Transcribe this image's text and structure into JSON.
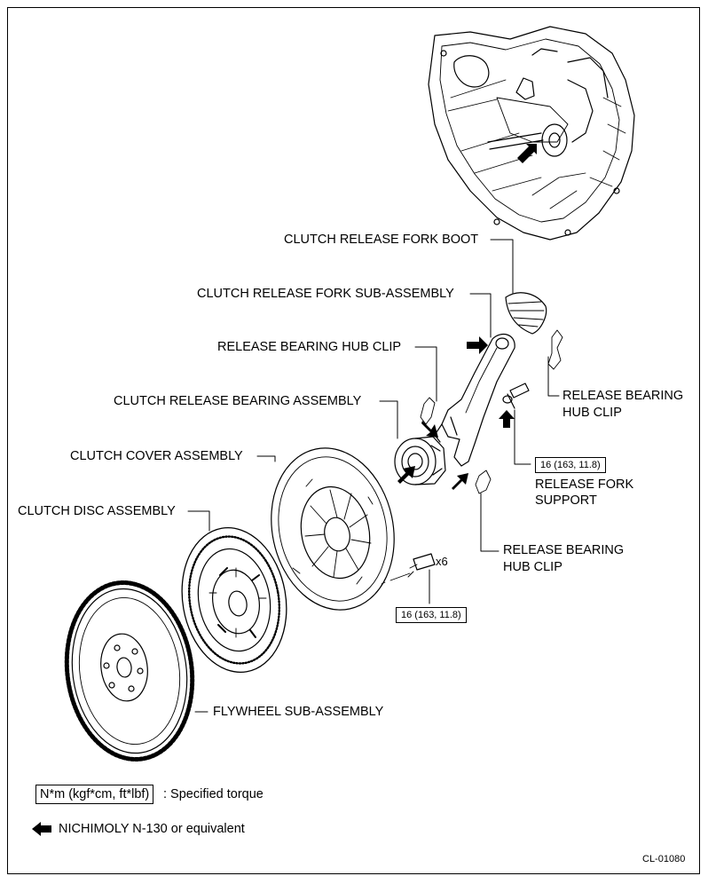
{
  "labels": {
    "fork_boot": "CLUTCH RELEASE FORK BOOT",
    "fork_sub": "CLUTCH RELEASE FORK SUB-ASSEMBLY",
    "hub_clip_top": "RELEASE BEARING HUB CLIP",
    "bearing_assy": "CLUTCH RELEASE BEARING ASSEMBLY",
    "cover_assy": "CLUTCH COVER ASSEMBLY",
    "disc_assy": "CLUTCH DISC ASSEMBLY",
    "flywheel": "FLYWHEEL SUB-ASSEMBLY",
    "hub_clip_right_l1": "RELEASE BEARING",
    "hub_clip_right_l2": "HUB CLIP",
    "fork_support_l1": "RELEASE FORK",
    "fork_support_l2": "SUPPORT",
    "hub_clip_bottom_l1": "RELEASE BEARING",
    "hub_clip_bottom_l2": "HUB CLIP"
  },
  "torque": {
    "fork_support": "16 (163, 11.8)",
    "cover_bolts": "16 (163, 11.8)",
    "bolt_count": "x6"
  },
  "legend": {
    "torque_unit": "N*m (kgf*cm, ft*lbf)",
    "torque_desc": ": Specified torque",
    "grease": "NICHIMOLY N-130 or equivalent"
  },
  "figure_code": "CL-01080"
}
